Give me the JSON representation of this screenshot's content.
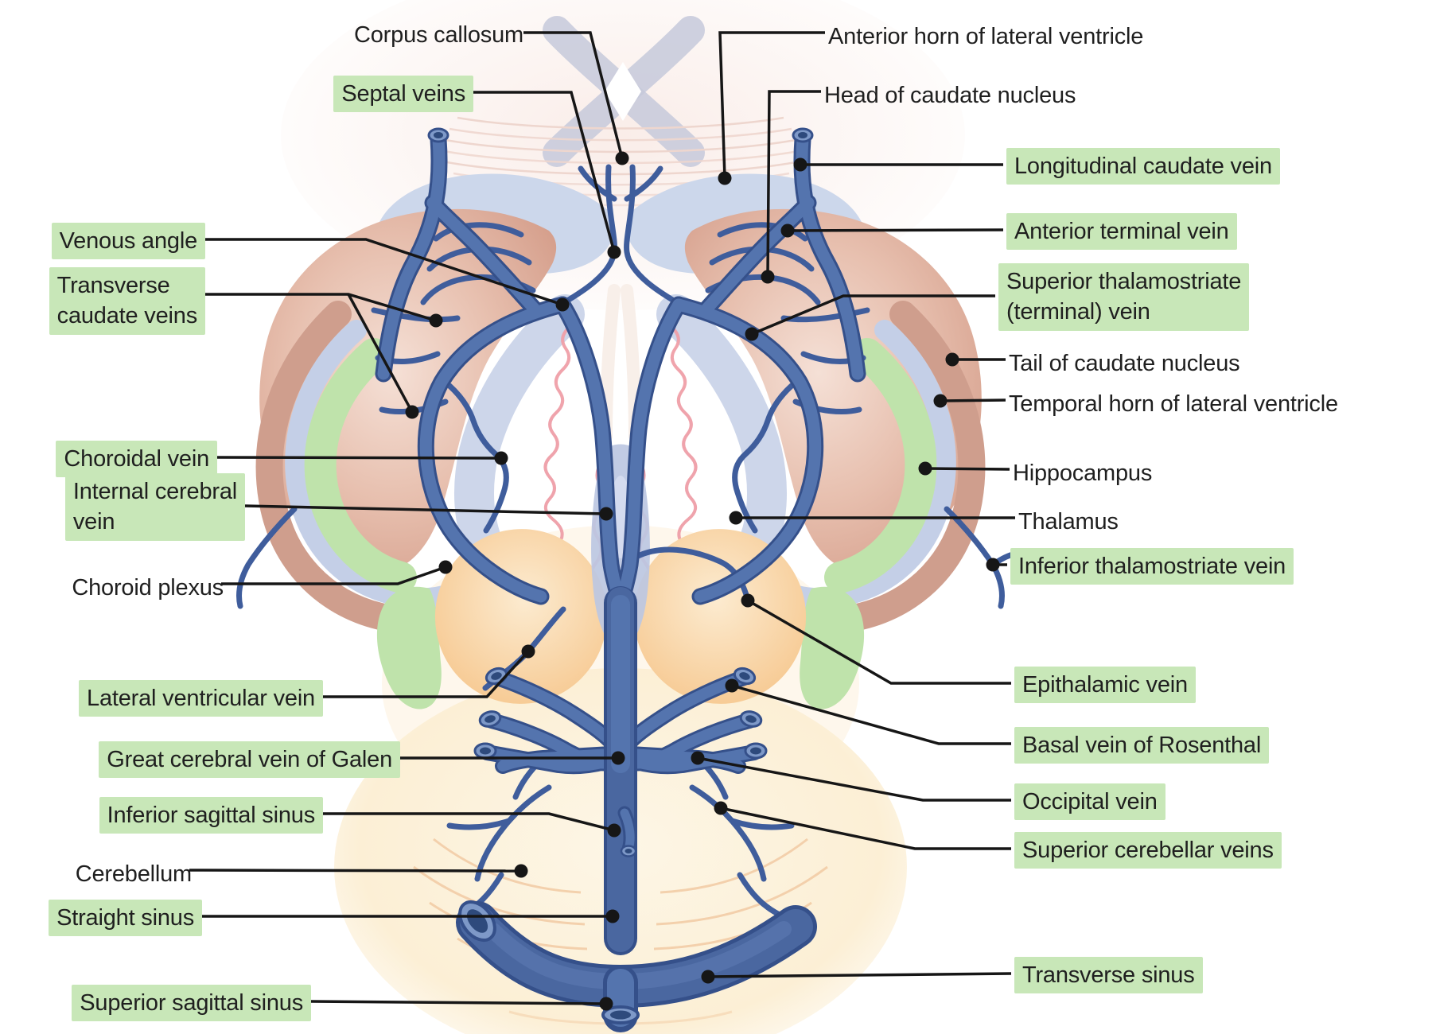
{
  "figure": {
    "kind": "anatomical diagram",
    "depicts": "deep cerebral veins and related brain structures, superior view"
  },
  "palette": {
    "highlight_green": "#c8e7b8",
    "label_text": "#1f1f1f",
    "leader_line": "#161616",
    "vein_main": "#5474ae",
    "vein_dark": "#35508a",
    "sinus": "#4a67a0",
    "caudate_pink": "#dcab9b",
    "ventricle_blue": "#ccd7eb",
    "thalamus_orange": "#f8cd96",
    "hippocampus_green": "#bfe3ab",
    "choroid_plexus_pink": "#ef9fa8",
    "cerebellum_cream": "#fbeccd"
  },
  "labels": [
    {
      "id": "corpus-callosum",
      "text": "Corpus callosum",
      "highlighted": false
    },
    {
      "id": "septal-veins",
      "text": "Septal veins",
      "highlighted": true
    },
    {
      "id": "venous-angle",
      "text": "Venous angle",
      "highlighted": true
    },
    {
      "id": "transverse-caudate-veins",
      "text": "Transverse\ncaudate veins",
      "highlighted": true
    },
    {
      "id": "choroidal-vein",
      "text": "Choroidal vein",
      "highlighted": true
    },
    {
      "id": "internal-cerebral-vein",
      "text": "Internal cerebral\nvein",
      "highlighted": true
    },
    {
      "id": "choroid-plexus",
      "text": "Choroid plexus",
      "highlighted": false
    },
    {
      "id": "lateral-ventricular-vein",
      "text": "Lateral ventricular vein",
      "highlighted": true
    },
    {
      "id": "great-cerebral-vein",
      "text": "Great cerebral vein of Galen",
      "highlighted": true
    },
    {
      "id": "inferior-sagittal-sinus",
      "text": "Inferior sagittal sinus",
      "highlighted": true
    },
    {
      "id": "cerebellum",
      "text": "Cerebellum",
      "highlighted": false
    },
    {
      "id": "straight-sinus",
      "text": "Straight sinus",
      "highlighted": true
    },
    {
      "id": "superior-sagittal-sinus",
      "text": "Superior sagittal sinus",
      "highlighted": true
    },
    {
      "id": "anterior-horn",
      "text": "Anterior horn of lateral ventricle",
      "highlighted": false
    },
    {
      "id": "head-of-caudate",
      "text": "Head of caudate nucleus",
      "highlighted": false
    },
    {
      "id": "longitudinal-caudate-vein",
      "text": "Longitudinal caudate vein",
      "highlighted": true
    },
    {
      "id": "anterior-terminal-vein",
      "text": "Anterior terminal vein",
      "highlighted": true
    },
    {
      "id": "superior-thalamostriate",
      "text": "Superior thalamostriate\n(terminal) vein",
      "highlighted": true
    },
    {
      "id": "tail-of-caudate",
      "text": "Tail of caudate nucleus",
      "highlighted": false
    },
    {
      "id": "temporal-horn",
      "text": "Temporal horn of lateral ventricle",
      "highlighted": false
    },
    {
      "id": "hippocampus",
      "text": "Hippocampus",
      "highlighted": false
    },
    {
      "id": "thalamus",
      "text": "Thalamus",
      "highlighted": false
    },
    {
      "id": "inferior-thalamostriate",
      "text": "Inferior thalamostriate vein",
      "highlighted": true
    },
    {
      "id": "epithalamic-vein",
      "text": "Epithalamic vein",
      "highlighted": true
    },
    {
      "id": "basal-vein-rosenthal",
      "text": "Basal vein of Rosenthal",
      "highlighted": true
    },
    {
      "id": "occipital-vein",
      "text": "Occipital vein",
      "highlighted": true
    },
    {
      "id": "superior-cerebellar-veins",
      "text": "Superior cerebellar veins",
      "highlighted": true
    },
    {
      "id": "transverse-sinus",
      "text": "Transverse sinus",
      "highlighted": true
    }
  ]
}
